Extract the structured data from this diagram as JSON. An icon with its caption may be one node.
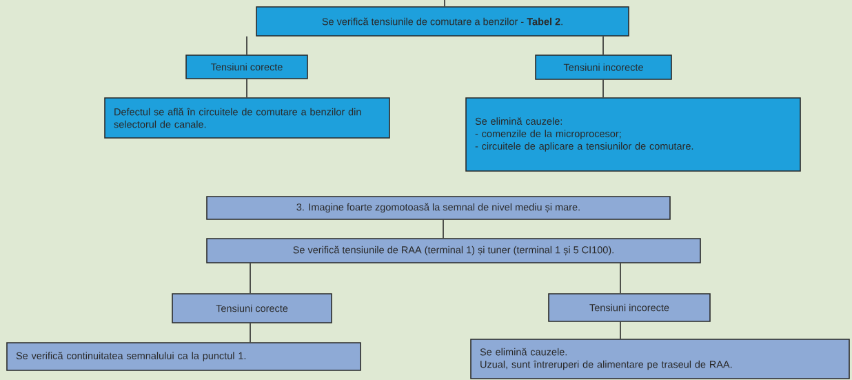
{
  "diagram": {
    "nodes": [
      {
        "text": [
          "Se verifică tensiunile de comutare a benzilor - **Tabel 2**."
        ]
      },
      {
        "text": [
          "Tensiuni corecte"
        ]
      },
      {
        "text": [
          "Tensiuni incorecte"
        ]
      },
      {
        "text": [
          "Defectul se află în circuitele de comutare a benzilor din selectorul de canale."
        ]
      },
      {
        "text": [
          "Se elimină cauzele:",
          "- comenzile de la microprocesor;",
          "- circuitele de aplicare a tensiunilor de comutare."
        ]
      },
      {
        "text": [
          "3. Imagine foarte zgomotoasă la semnal de nivel mediu și mare."
        ]
      },
      {
        "text": [
          "Se verifică tensiunile de RAA (terminal 1) și tuner (terminal 1 și 5 CI100)."
        ]
      },
      {
        "text": [
          "Tensiuni corecte"
        ]
      },
      {
        "text": [
          "Tensiuni incorecte"
        ]
      },
      {
        "text": [
          "Se verifică continuitatea semnalului ca la punctul 1."
        ]
      },
      {
        "text": [
          "Se elimină cauzele.",
          "Uzual, sunt întreruperi de alimentare pe traseul de RAA."
        ]
      }
    ],
    "edges": [
      {
        "from": null,
        "to": 0,
        "arrow": "none"
      },
      {
        "from": 0,
        "to": 1,
        "arrow": "none"
      },
      {
        "from": 0,
        "to": 2,
        "arrow": "none"
      },
      {
        "from": 1,
        "to": 3,
        "arrow": "none"
      },
      {
        "from": 2,
        "to": 4,
        "arrow": "none"
      },
      {
        "from": 5,
        "to": 6,
        "arrow": "none"
      },
      {
        "from": 6,
        "to": 7,
        "arrow": "none"
      },
      {
        "from": 6,
        "to": 8,
        "arrow": "none"
      },
      {
        "from": 7,
        "to": 9,
        "arrow": "none"
      },
      {
        "from": 8,
        "to": 10,
        "arrow": "none"
      }
    ]
  }
}
